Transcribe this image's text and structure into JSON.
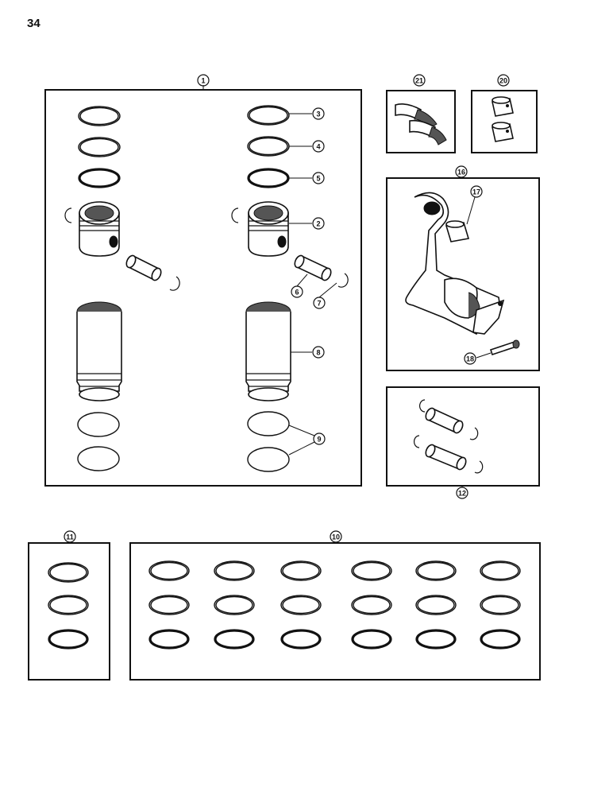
{
  "page": {
    "number": "34"
  },
  "callouts": {
    "c1": "1",
    "c2": "2",
    "c3": "3",
    "c4": "4",
    "c5": "5",
    "c6": "6",
    "c7": "7",
    "c8": "8",
    "c9": "9",
    "c10": "10",
    "c11": "11",
    "c12": "12",
    "c16": "16",
    "c17": "17",
    "c18": "18",
    "c20": "20",
    "c21": "21"
  },
  "colors": {
    "ink": "#111111",
    "paper": "#ffffff"
  }
}
